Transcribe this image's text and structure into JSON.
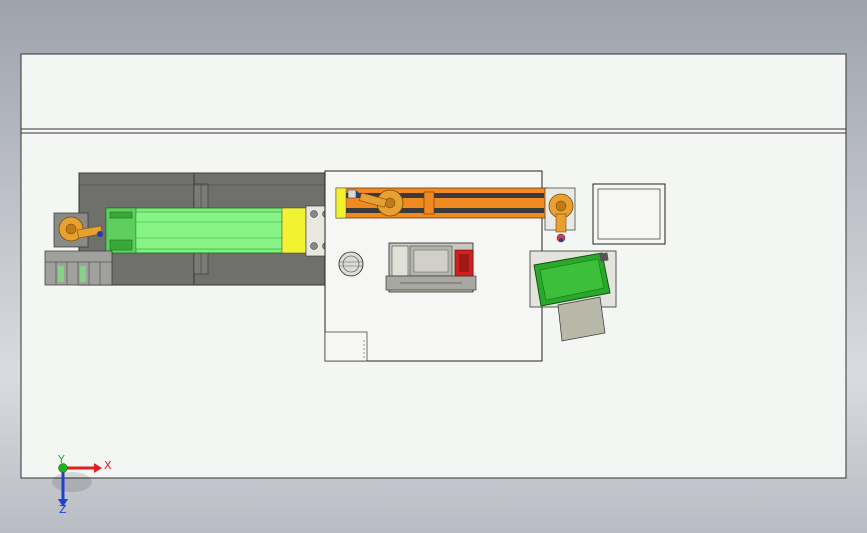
{
  "view": {
    "background_top": "#9ea2ab",
    "background_bottom": "#b9bcc4",
    "floor_color": "#f4f6f4"
  },
  "triad": {
    "x_label": "X",
    "y_label": "Y",
    "z_label": "Z",
    "x_color": "#e02020",
    "y_color": "#20b020",
    "z_color": "#2040d0"
  },
  "colors": {
    "frame_gray": "#6f706c",
    "dark_gray": "#5c5d59",
    "green_bright": "#7df07d",
    "green_mid": "#5ecf5e",
    "green_dark": "#2aa82a",
    "yellow": "#f2f230",
    "orange": "#f08a20",
    "robot_orange": "#e8a030",
    "red": "#d02020",
    "steel": "#b8b8b0"
  }
}
